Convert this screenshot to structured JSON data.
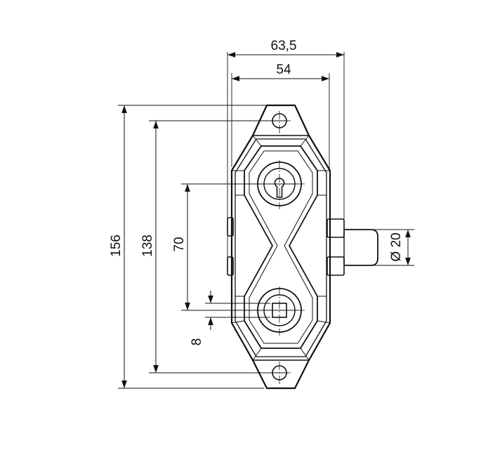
{
  "dimensions": {
    "overall_width": "63,5",
    "body_width": "54",
    "total_height": "156",
    "hole_spacing": "138",
    "cylinder_spacing": "70",
    "square_size": "8",
    "bolt_diameter": "Ø 20"
  },
  "colors": {
    "line": "#111111",
    "background": "#ffffff"
  }
}
